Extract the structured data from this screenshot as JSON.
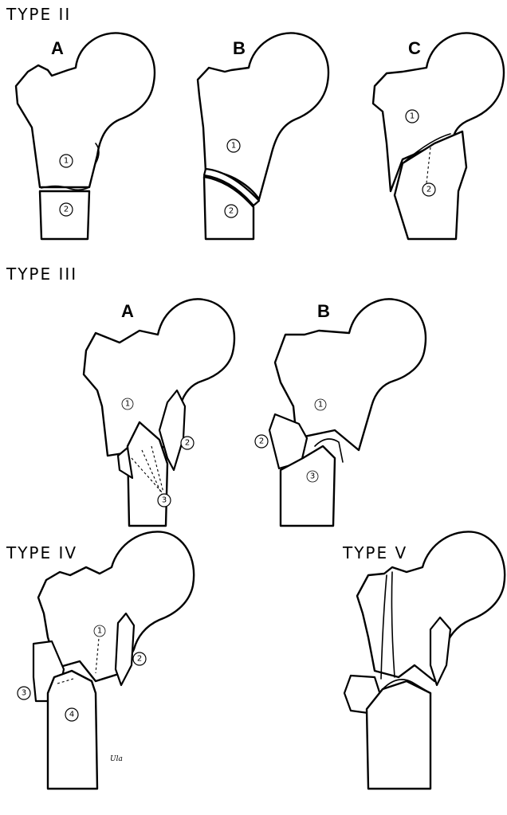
{
  "rows": [
    {
      "type_label": "TYPE II",
      "panels": [
        "A",
        "B",
        "C"
      ]
    },
    {
      "type_label": "TYPE III",
      "panels": [
        "A",
        "B"
      ]
    },
    {
      "type_label": "TYPE IV",
      "panels": []
    },
    {
      "type_label": "TYPE V",
      "panels": []
    }
  ],
  "fragment_numbers": {
    "t2a": [
      "1",
      "2"
    ],
    "t2b": [
      "1",
      "2"
    ],
    "t2c": [
      "1",
      "2"
    ],
    "t3a": [
      "1",
      "2",
      "3"
    ],
    "t3b": [
      "1",
      "2",
      "3"
    ],
    "t4": [
      "1",
      "2",
      "3",
      "4"
    ]
  },
  "signature": "Ula"
}
